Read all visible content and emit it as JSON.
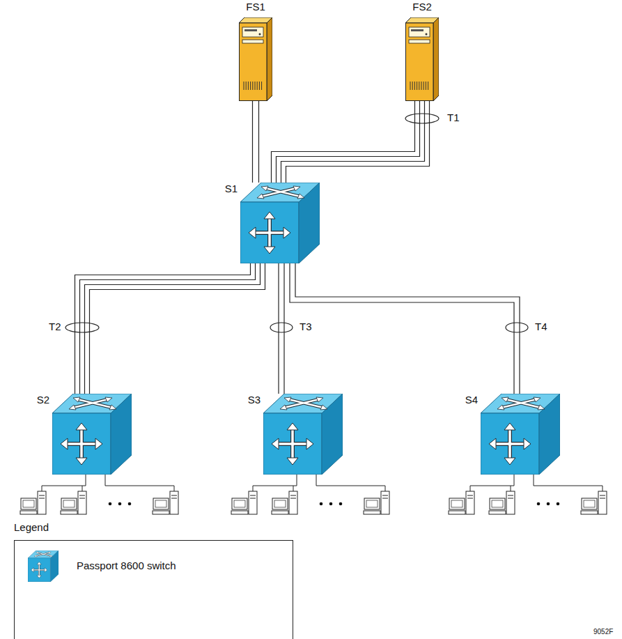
{
  "diagram": {
    "nodes": [
      {
        "text": [
          "FS1"
        ]
      },
      {
        "text": [
          "FS2"
        ]
      },
      {
        "text": [
          "S1"
        ]
      },
      {
        "text": [
          "S2"
        ]
      },
      {
        "text": [
          "S3"
        ]
      },
      {
        "text": [
          "S4"
        ]
      }
    ],
    "edges": [
      {
        "from": 0,
        "to": 2,
        "arrow": "none"
      },
      {
        "from": 1,
        "to": 2,
        "label": "T1",
        "arrow": "none"
      },
      {
        "from": 2,
        "to": 3,
        "label": "T2",
        "arrow": "none"
      },
      {
        "from": 2,
        "to": 4,
        "label": "T3",
        "arrow": "none"
      },
      {
        "from": 2,
        "to": 5,
        "label": "T4",
        "arrow": "none"
      }
    ],
    "labels": [
      "Legend",
      "9052F"
    ],
    "legend": [
      {
        "text": "Passport 8600 switch"
      }
    ]
  }
}
